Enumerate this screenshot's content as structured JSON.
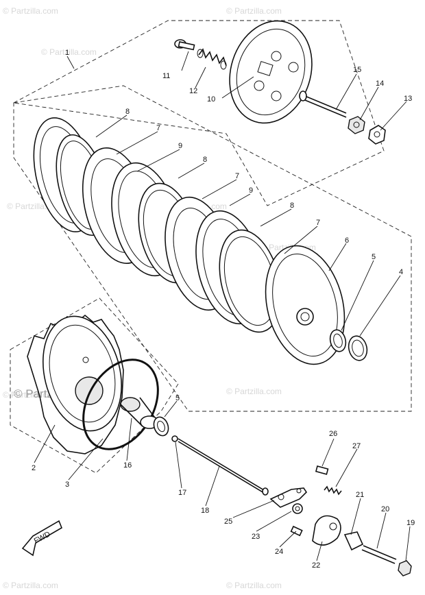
{
  "watermarks": {
    "corner": "© Partzilla.com",
    "center": "© Partzilla.com"
  },
  "fwd_mark": "FWD",
  "callouts": [
    {
      "id": "c1",
      "text": "1"
    },
    {
      "id": "c2",
      "text": "2"
    },
    {
      "id": "c3",
      "text": "3"
    },
    {
      "id": "c4",
      "text": "4"
    },
    {
      "id": "c5a",
      "text": "5"
    },
    {
      "id": "c5b",
      "text": "5"
    },
    {
      "id": "c6",
      "text": "6"
    },
    {
      "id": "c7a",
      "text": "7"
    },
    {
      "id": "c7b",
      "text": "7"
    },
    {
      "id": "c7c",
      "text": "7"
    },
    {
      "id": "c8a",
      "text": "8"
    },
    {
      "id": "c8b",
      "text": "8"
    },
    {
      "id": "c8c",
      "text": "8"
    },
    {
      "id": "c9a",
      "text": "9"
    },
    {
      "id": "c9b",
      "text": "9"
    },
    {
      "id": "c10",
      "text": "10"
    },
    {
      "id": "c11",
      "text": "11"
    },
    {
      "id": "c12",
      "text": "12"
    },
    {
      "id": "c13",
      "text": "13"
    },
    {
      "id": "c14",
      "text": "14"
    },
    {
      "id": "c15",
      "text": "15"
    },
    {
      "id": "c16",
      "text": "16"
    },
    {
      "id": "c17",
      "text": "17"
    },
    {
      "id": "c18",
      "text": "18"
    },
    {
      "id": "c19",
      "text": "19"
    },
    {
      "id": "c20",
      "text": "20"
    },
    {
      "id": "c21",
      "text": "21"
    },
    {
      "id": "c22",
      "text": "22"
    },
    {
      "id": "c23",
      "text": "23"
    },
    {
      "id": "c24",
      "text": "24"
    },
    {
      "id": "c25",
      "text": "25"
    },
    {
      "id": "c26",
      "text": "26"
    },
    {
      "id": "c27",
      "text": "27"
    }
  ]
}
